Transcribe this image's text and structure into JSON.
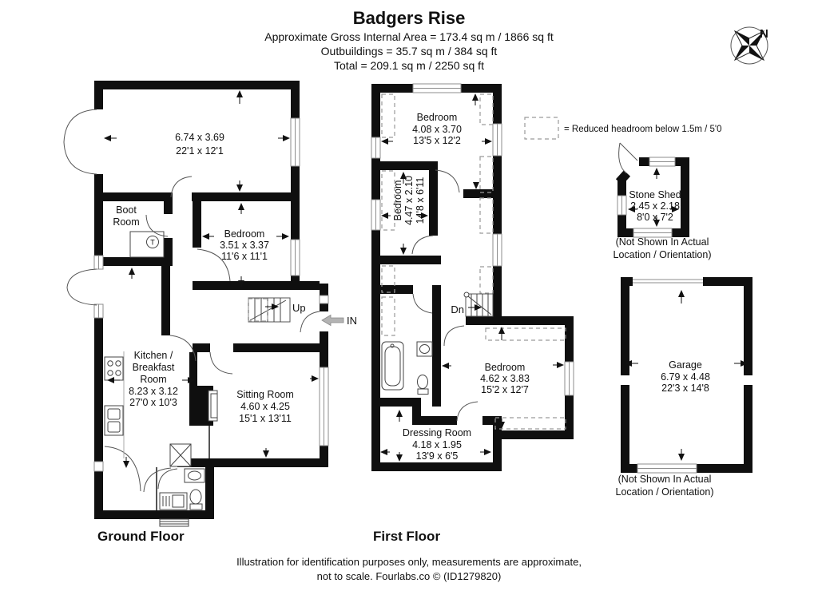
{
  "header": {
    "title": "Badgers Rise",
    "area_line": "Approximate Gross Internal Area = 173.4 sq m / 1866 sq ft",
    "outbuildings_line": "Outbuildings = 35.7 sq m / 384 sq ft",
    "total_line": "Total = 209.1 sq m / 2250 sq ft"
  },
  "compass": {
    "north_label": "N"
  },
  "legend": {
    "text": "= Reduced headroom below 1.5m / 5'0"
  },
  "ground_floor": {
    "label": "Ground Floor",
    "reception": {
      "dim_m": "6.74 x 3.69",
      "dim_ft": "22'1 x 12'1"
    },
    "boot_room": {
      "line1": "Boot",
      "line2": "Room"
    },
    "tank_label": "T",
    "bedroom": {
      "name": "Bedroom",
      "dim_m": "3.51 x 3.37",
      "dim_ft": "11'6 x 11'1"
    },
    "stairs_label": "Up",
    "entrance_label": "IN",
    "kitchen": {
      "line1": "Kitchen /",
      "line2": "Breakfast",
      "line3": "Room",
      "dim_m": "8.23 x 3.12",
      "dim_ft": "27'0 x 10'3"
    },
    "sitting_room": {
      "name": "Sitting Room",
      "dim_m": "4.60 x 4.25",
      "dim_ft": "15'1 x 13'11"
    }
  },
  "first_floor": {
    "label": "First Floor",
    "bedroom1": {
      "name": "Bedroom",
      "dim_m": "4.08 x 3.70",
      "dim_ft": "13'5 x 12'2"
    },
    "bedroom2": {
      "name": "Bedroom",
      "dim_m": "4.47 x 2.10",
      "dim_ft": "14'8 x 6'11"
    },
    "bedroom3": {
      "name": "Bedroom",
      "dim_m": "4.62 x 3.83",
      "dim_ft": "15'2 x 12'7"
    },
    "dressing_room": {
      "name": "Dressing Room",
      "dim_m": "4.18 x 1.95",
      "dim_ft": "13'9 x 6'5"
    },
    "stairs_label": "Dn"
  },
  "outbuildings": {
    "stone_shed": {
      "name": "Stone Shed",
      "dim_m": "2.45 x 2.18",
      "dim_ft": "8'0 x 7'2",
      "note1": "(Not Shown In Actual",
      "note2": "Location / Orientation)"
    },
    "garage": {
      "name": "Garage",
      "dim_m": "6.79 x 4.48",
      "dim_ft": "22'3 x 14'8",
      "note1": "(Not Shown In Actual",
      "note2": "Location / Orientation)"
    }
  },
  "footer": {
    "line1": "Illustration for identification purposes only, measurements are approximate,",
    "line2": "not to scale. Fourlabs.co © (ID1279820)"
  }
}
